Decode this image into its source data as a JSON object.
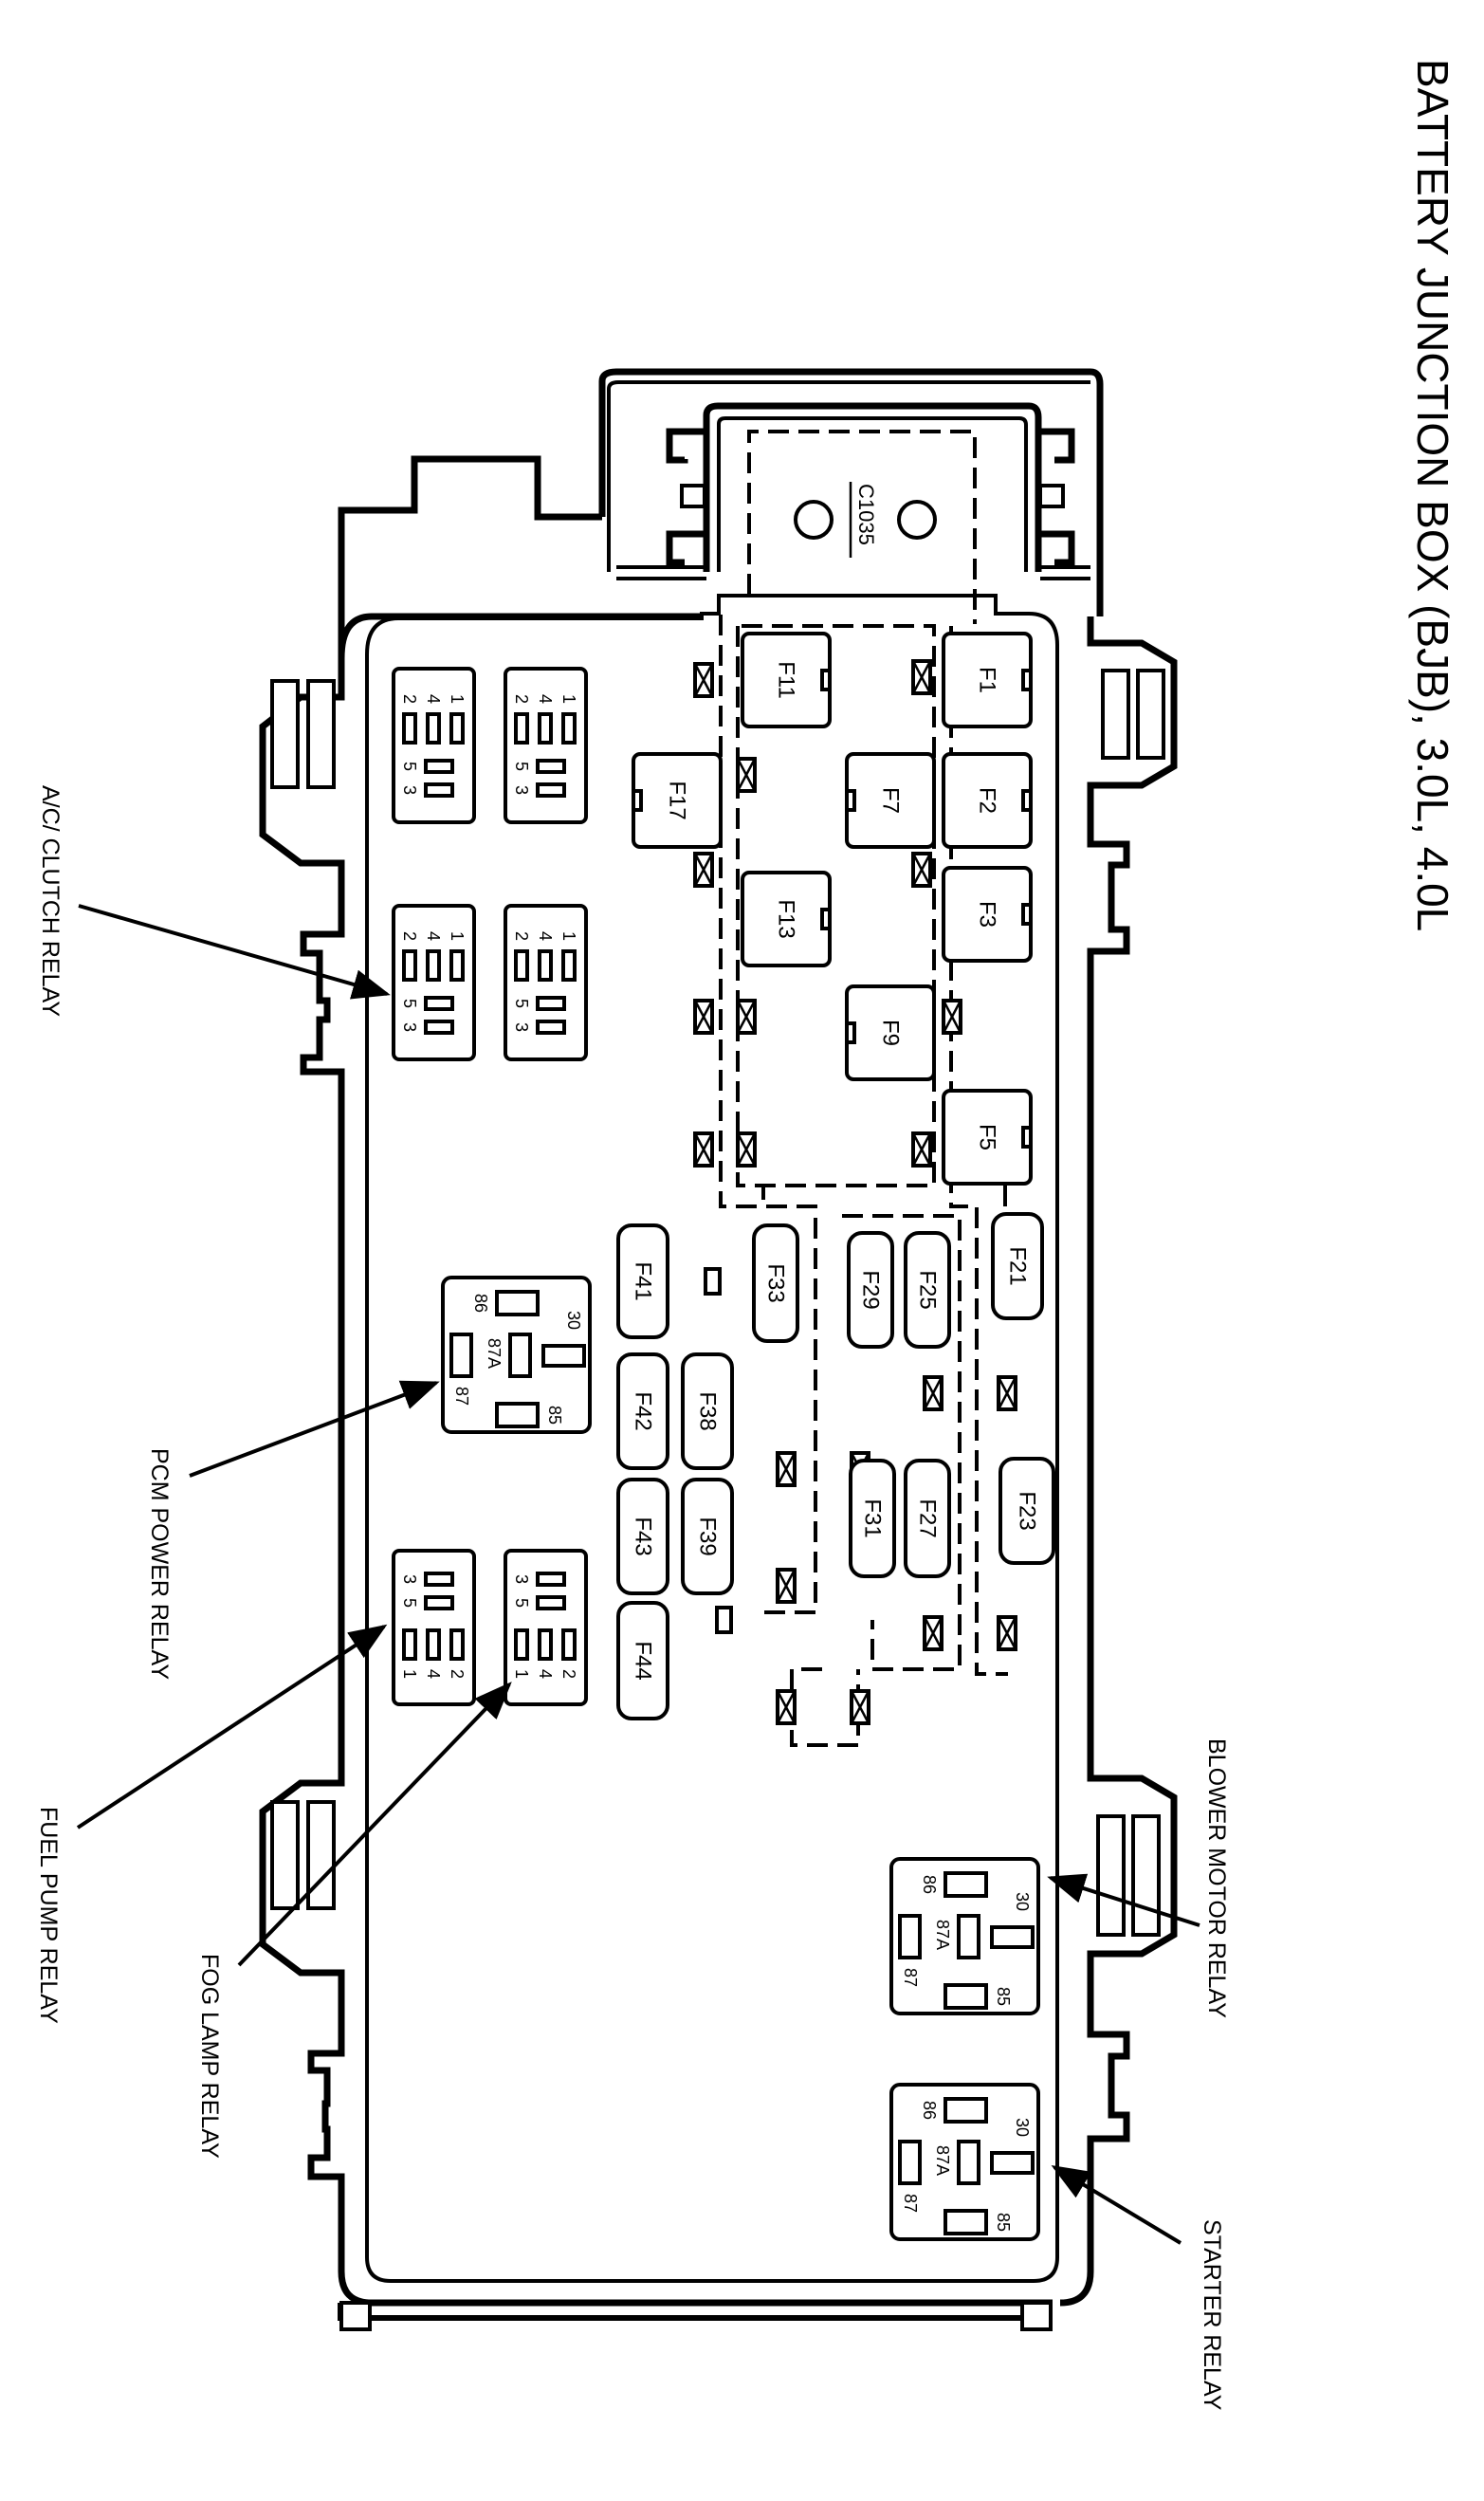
{
  "title": "BATTERY JUNCTION BOX (BJB), 3.0L, 4.0L",
  "connector": {
    "label": "C1035"
  },
  "fuses": {
    "large": [
      "F1",
      "F2",
      "F3",
      "F5",
      "F7",
      "F9",
      "F11",
      "F13",
      "F17"
    ],
    "mini": [
      "F21",
      "F23",
      "F25",
      "F27",
      "F29",
      "F31",
      "F33",
      "F38",
      "F39",
      "F41",
      "F42",
      "F43",
      "F44"
    ]
  },
  "relays": {
    "iso_pins": {
      "p1": "1",
      "p2": "2",
      "p3": "3",
      "p4": "4",
      "p5": "5"
    },
    "std_pins": {
      "p30": "30",
      "p85": "85",
      "p86": "86",
      "p87": "87",
      "p87a": "87A"
    }
  },
  "callouts": {
    "ac_clutch_relay": "A/C/ CLUTCH RELAY",
    "pcm_power_relay": "PCM POWER RELAY",
    "fuel_pump_relay": "FUEL PUMP RELAY",
    "fog_lamp_relay": "FOG LAMP RELAY",
    "blower_motor_relay": "BLOWER MOTOR RELAY",
    "starter_relay": "STARTER RELAY"
  }
}
